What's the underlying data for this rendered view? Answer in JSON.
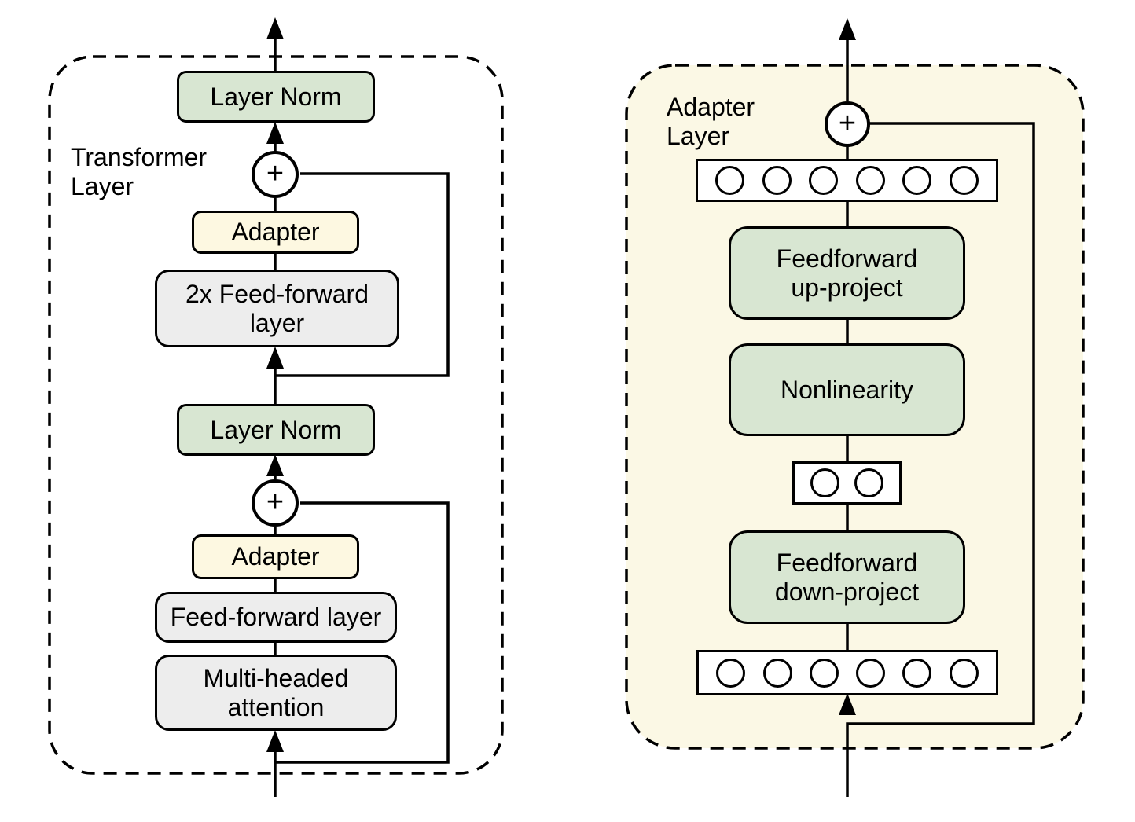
{
  "symbols": {
    "plus": "+"
  },
  "colors": {
    "green_fill": "#d8e6d2",
    "adapter_fill": "#fdf8e1",
    "panel_fill": "#fbf8e5",
    "gray_fill": "#ededed",
    "line": "#000000"
  },
  "panels": {
    "transformer": {
      "label": "Transformer\nLayer",
      "blocks": {
        "layer_norm_top": "Layer Norm",
        "adapter_top": "Adapter",
        "ff_2x": "2x Feed-forward\nlayer",
        "layer_norm_mid": "Layer Norm",
        "adapter_bottom": "Adapter",
        "ff_layer": "Feed-forward layer",
        "mha": "Multi-headed\nattention"
      }
    },
    "adapter": {
      "label": "Adapter\nLayer",
      "blocks": {
        "up_project": "Feedforward\nup-project",
        "nonlinearity": "Nonlinearity",
        "down_project": "Feedforward\ndown-project"
      },
      "feature_rows": {
        "top_count": 6,
        "bottleneck_count": 2,
        "bottom_count": 6
      }
    }
  }
}
